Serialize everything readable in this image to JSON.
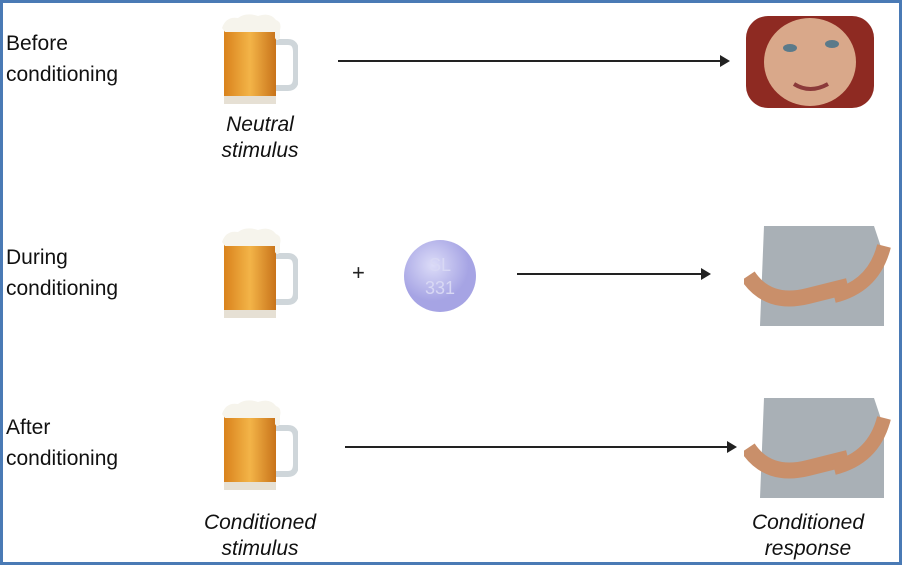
{
  "rows": [
    {
      "label_line1": "Before",
      "label_line2": "conditioning",
      "stimulus_caption_1": "Neutral",
      "stimulus_caption_2": "stimulus",
      "response": "happy-face-image"
    },
    {
      "label_line1": "During",
      "label_line2": "conditioning",
      "plus": "+",
      "pill_text_1": "SL",
      "pill_text_2": "331",
      "response": "stomach-ache-image"
    },
    {
      "label_line1": "After",
      "label_line2": "conditioning",
      "stimulus_caption_1": "Conditioned",
      "stimulus_caption_2": "stimulus",
      "response_caption_1": "Conditioned",
      "response_caption_2": "response",
      "response": "stomach-ache-image"
    }
  ],
  "colors": {
    "border": "#4a7ab5",
    "beer": "#e89a2a",
    "pill": "#b9b8ee"
  }
}
